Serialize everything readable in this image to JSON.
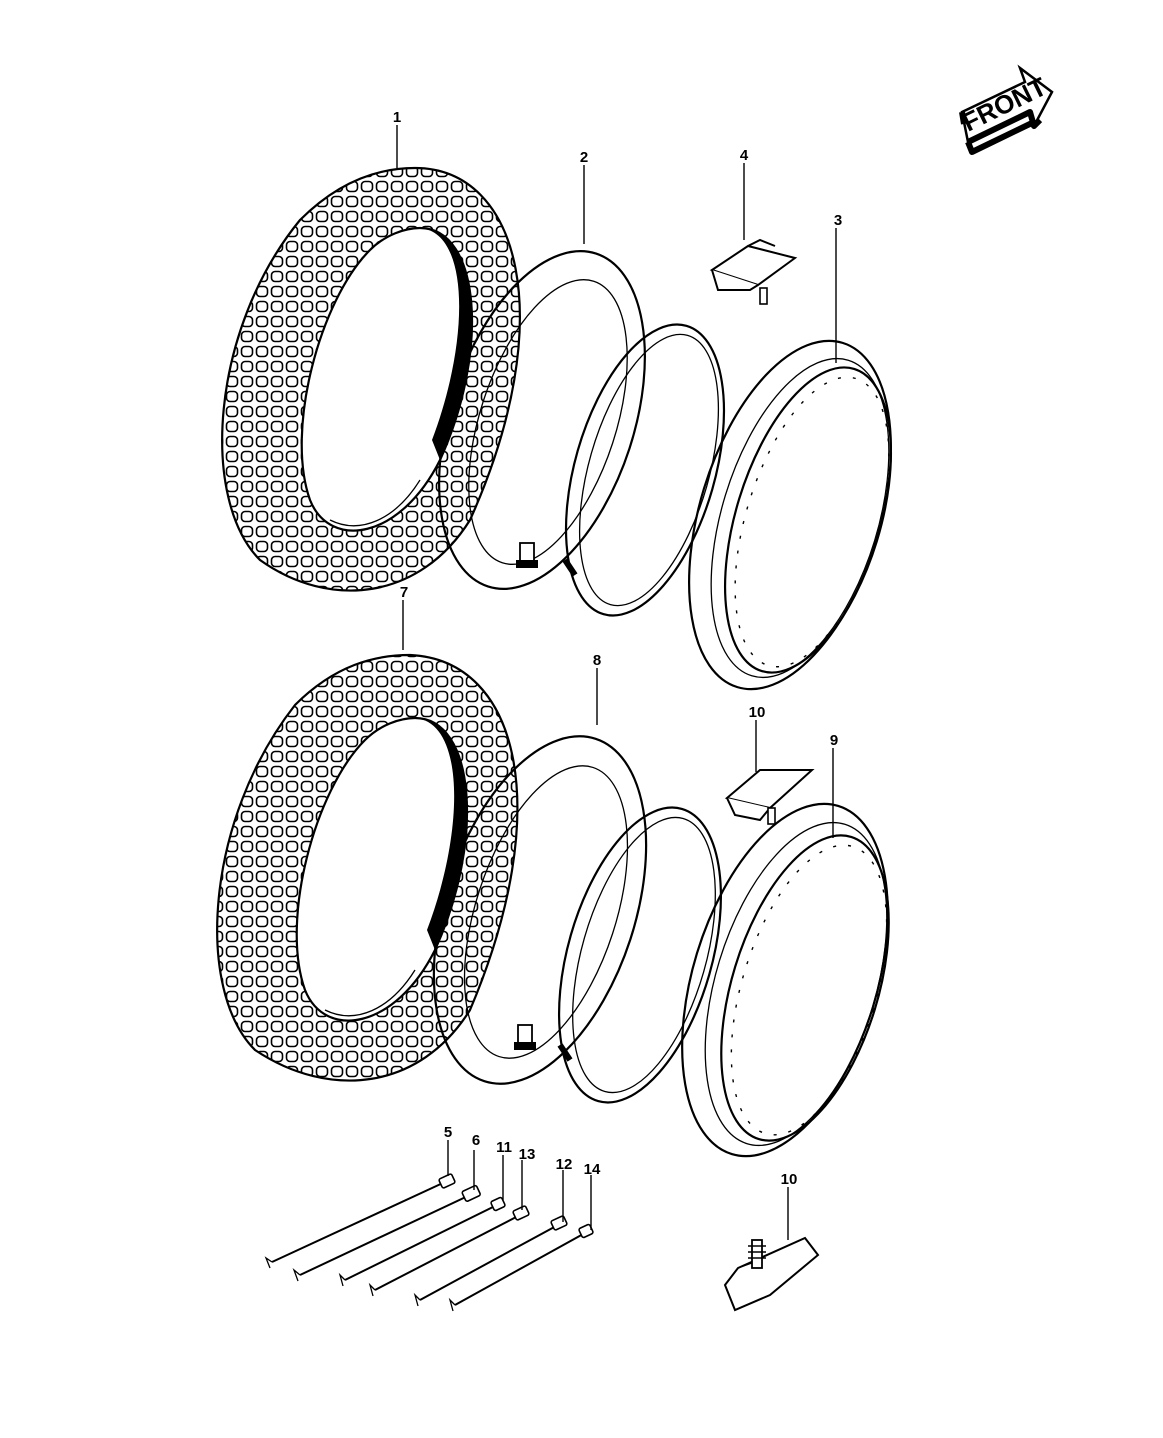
{
  "diagram": {
    "orientation_label": "FRONT",
    "callouts": {
      "c1": "1",
      "c2": "2",
      "c3": "3",
      "c4": "4",
      "c5": "5",
      "c6": "6",
      "c7": "7",
      "c8": "8",
      "c9": "9",
      "c10a": "10",
      "c10b": "10",
      "c11": "11",
      "c12": "12",
      "c13": "13",
      "c14": "14"
    }
  }
}
